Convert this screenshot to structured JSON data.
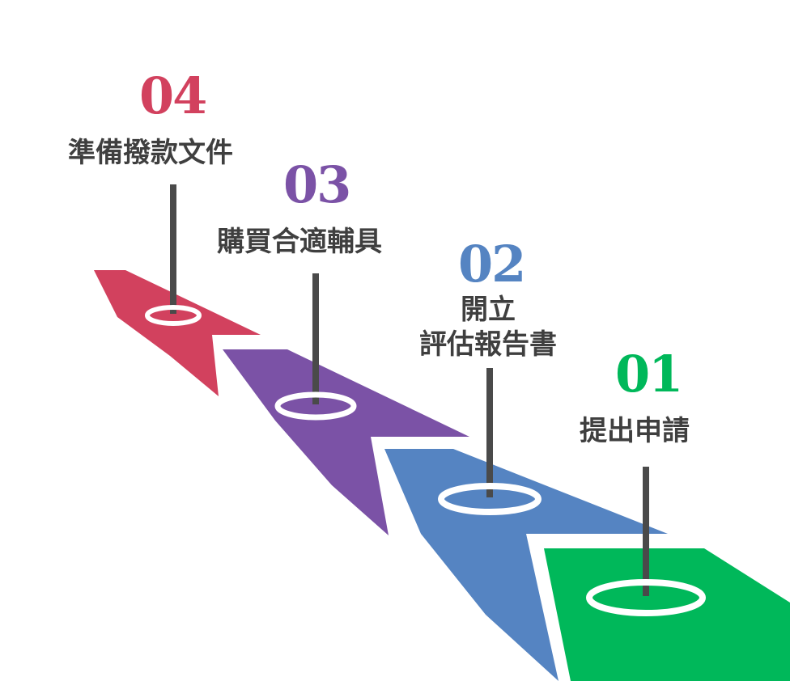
{
  "colors": {
    "step1": "#00b85a",
    "step2": "#5584c2",
    "step3": "#7b52a6",
    "step4": "#d2415e",
    "pole": "#4a4a4a",
    "text": "#3f3f3f"
  },
  "steps": [
    {
      "number": "01",
      "line1": "提出申請",
      "line2": ""
    },
    {
      "number": "02",
      "line1": "開立",
      "line2": "評估報告書"
    },
    {
      "number": "03",
      "line1": "購買合適輔具",
      "line2": ""
    },
    {
      "number": "04",
      "line1": "準備撥款文件",
      "line2": ""
    }
  ]
}
